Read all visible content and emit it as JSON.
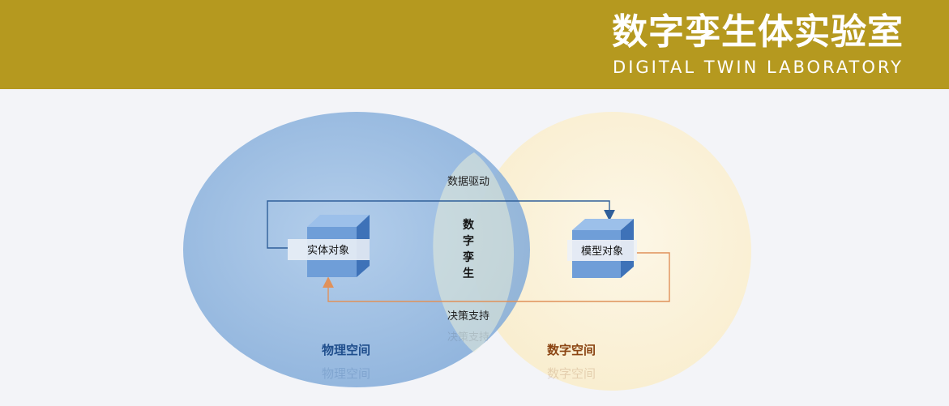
{
  "header": {
    "title": "数字孪生体实验室",
    "subtitle": "DIGITAL TWIN LABORATORY"
  },
  "diagram": {
    "physical_space": {
      "label": "物理空间",
      "color": "#1f4e8c"
    },
    "digital_space": {
      "label": "数字空间",
      "color": "#8b4513"
    },
    "center": {
      "label": "数字孪生"
    },
    "entity_object": {
      "label": "实体对象"
    },
    "model_object": {
      "label": "模型对象"
    },
    "data_driven": {
      "label": "数据驱动"
    },
    "decision_support": {
      "label": "决策支持"
    }
  },
  "colors": {
    "banner": "#b5991f",
    "physical_circle": "#8fb6de",
    "digital_circle": "#fbf1d6",
    "cube_front": "#6f9ed8",
    "arrow_blue": "#2f5f9a",
    "arrow_orange": "#e0915a"
  }
}
